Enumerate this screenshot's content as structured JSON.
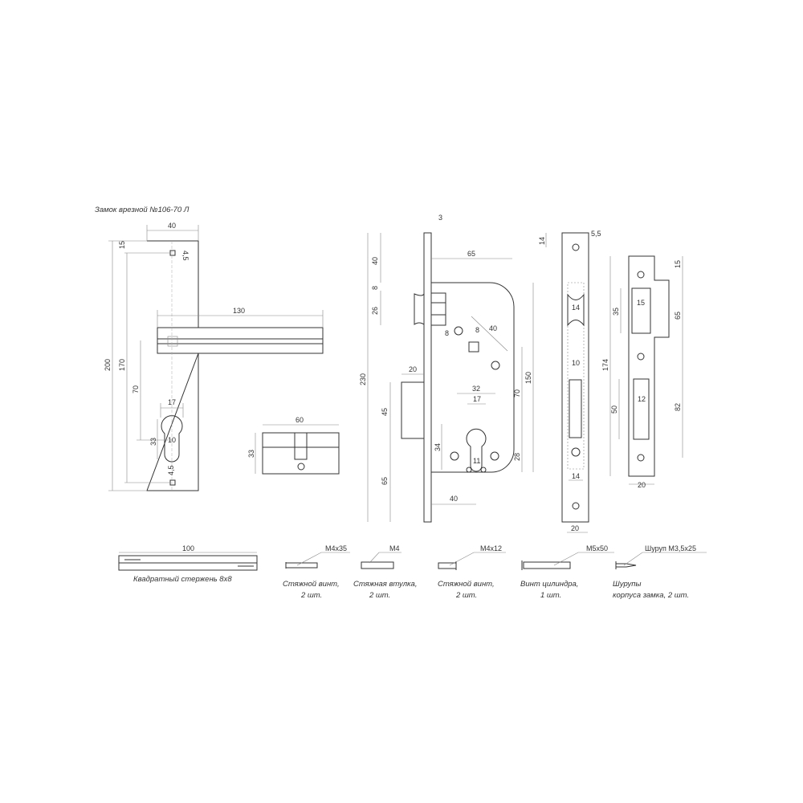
{
  "title": "Замок врезной №106-70 Л",
  "handle": {
    "width": "40",
    "lever": "130",
    "height": "200",
    "holes_span": "170",
    "axis_to_key": "70",
    "top_offset": "15",
    "screw_top": "4,5",
    "screw_bottom": "4,5",
    "key_width": "17",
    "key_height": "33",
    "key_slot": "10"
  },
  "cylinder": {
    "length": "60",
    "height": "33"
  },
  "lock": {
    "plate": "3",
    "body_depth": "65",
    "top": "40",
    "gap": "8",
    "latch": "26",
    "total": "230",
    "bolt_depth": "20",
    "bolt": "45",
    "bottom": "65",
    "body_height": "150",
    "centres": "70",
    "key_to_bottom": "28",
    "screw_span": "32",
    "key_width": "17",
    "key_height": "34",
    "slot": "11",
    "backset": "40",
    "hole_left": "8",
    "spindle": "8",
    "diag": "40"
  },
  "faceplate": {
    "top": "14",
    "hole": "5,5",
    "latch_w": "14",
    "bolt_w": "10",
    "inner_w": "14",
    "width": "20"
  },
  "strike": {
    "top": "15",
    "upper": "65",
    "lower": "82",
    "height": "174",
    "latch_h": "35",
    "latch_w": "15",
    "bolt_h": "50",
    "bolt_w": "12",
    "width": "20"
  },
  "parts": [
    {
      "spec": "100",
      "label": "Квадратный стержень 8х8",
      "qty": ""
    },
    {
      "spec": "M4x35",
      "label": "Стяжной винт,",
      "qty": "2 шт."
    },
    {
      "spec": "M4",
      "label": "Стяжная втулка,",
      "qty": "2 шт."
    },
    {
      "spec": "M4x12",
      "label": "Стяжной винт,",
      "qty": "2 шт."
    },
    {
      "spec": "M5x50",
      "label": "Винт цилиндра,",
      "qty": "1 шт."
    },
    {
      "spec": "Шуруп M3,5x25",
      "label": "Шурупы",
      "qty": "корпуса замка, 2 шт."
    }
  ]
}
